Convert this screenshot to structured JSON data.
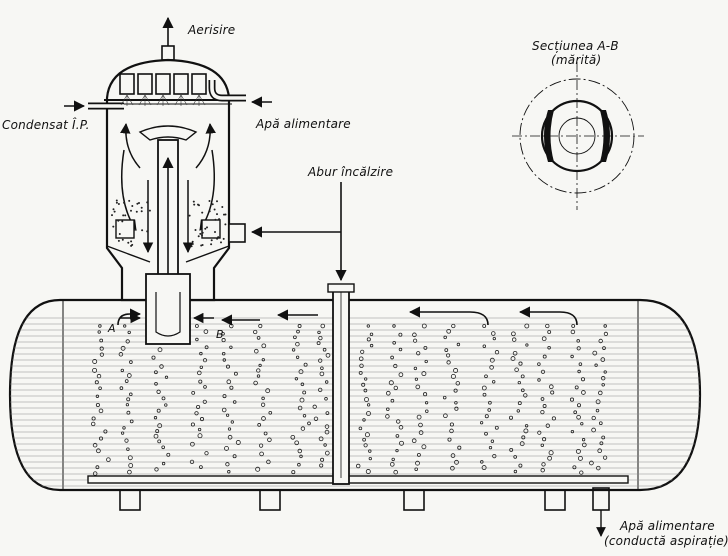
{
  "labels": {
    "aerisire": "Aerisire",
    "condensat": "Condensat Î.P.",
    "apa_alimentare": "Apă alimentare",
    "abur_incalzire": "Abur încălzire",
    "sectiunea": "Secțiunea A-B",
    "marita": "(mărită)",
    "apa_alimentare_out": "Apă alimentare",
    "conducta_aspiratie": "(conductă aspirație)",
    "marker_a": "A",
    "marker_b": "B"
  },
  "colors": {
    "ink": "#111111",
    "paper": "#f7f7f4",
    "water_line": "#8c8c8c",
    "bubble": "#222222"
  }
}
